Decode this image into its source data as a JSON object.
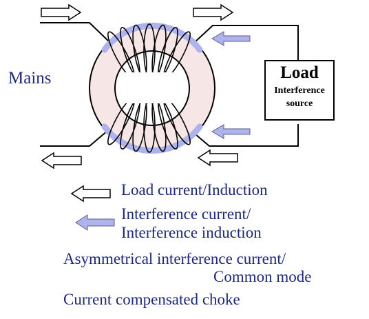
{
  "labels": {
    "mains": "Mains",
    "load_title": "Load",
    "load_sub_1": "Interference",
    "load_sub_2": "source"
  },
  "legend": {
    "load_current": "Load current/Induction",
    "interference_line_1": "Interference current/",
    "interference_line_2": "Interference induction",
    "asymmetrical_line_1": "Asymmetrical interference current/",
    "asymmetrical_line_2": "Common mode",
    "choke": "Current compensated choke"
  },
  "colors": {
    "label_text": "#1e2a78",
    "core_fill": "#f6e6e6",
    "interference_arrow": "#aeb3ec",
    "load_arrow": "#ffffff",
    "line": "#000000"
  },
  "icons": {
    "load_arrow": "hollow-right-arrow",
    "interference_arrow": "filled-left-arrow"
  }
}
